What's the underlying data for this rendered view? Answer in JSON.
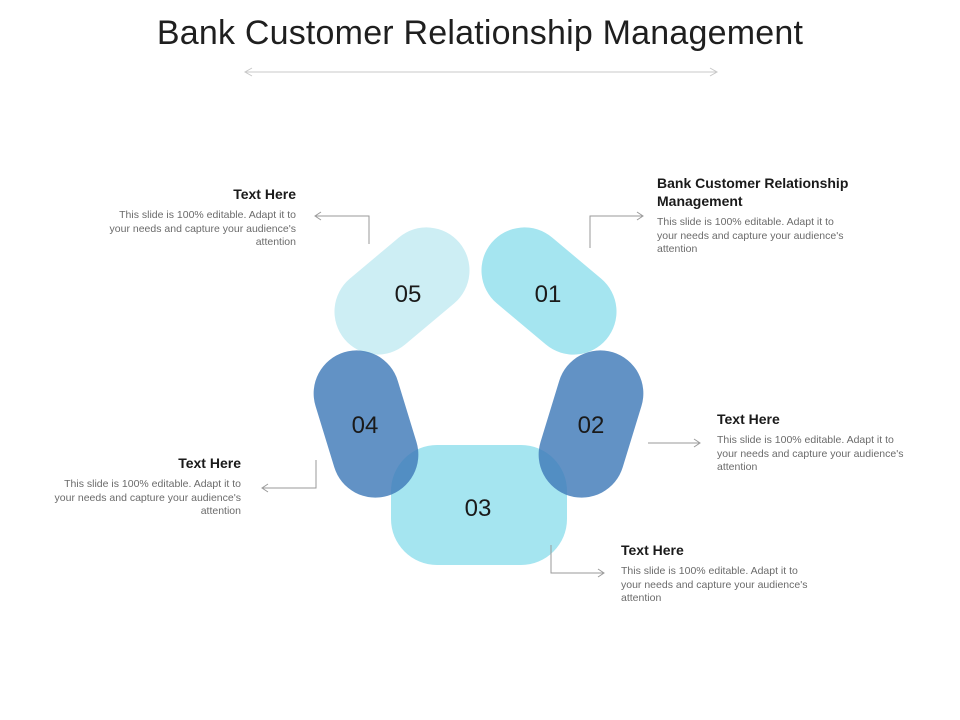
{
  "title": "Bank Customer Relationship Management",
  "colors": {
    "light_cyan": "#c4ebf2",
    "cyan": "#8fdeec",
    "blue": "#3f7ab8",
    "connector": "#9a9a9a"
  },
  "steps": [
    {
      "number": "01",
      "heading": "Bank Customer Relationship Management",
      "body": "This slide is 100% editable. Adapt it to your needs and capture your audience's attention"
    },
    {
      "number": "02",
      "heading": "Text Here",
      "body": "This slide is 100% editable. Adapt it to your needs and capture your audience's attention"
    },
    {
      "number": "03",
      "heading": "Text Here",
      "body": "This slide is 100% editable. Adapt it to your needs and capture your audience's attention"
    },
    {
      "number": "04",
      "heading": "Text Here",
      "body": "This slide is 100% editable. Adapt it to your needs and capture your audience's attention"
    },
    {
      "number": "05",
      "heading": "Text Here",
      "body": "This slide is 100% editable. Adapt it to your needs and capture your audience's attention"
    }
  ]
}
